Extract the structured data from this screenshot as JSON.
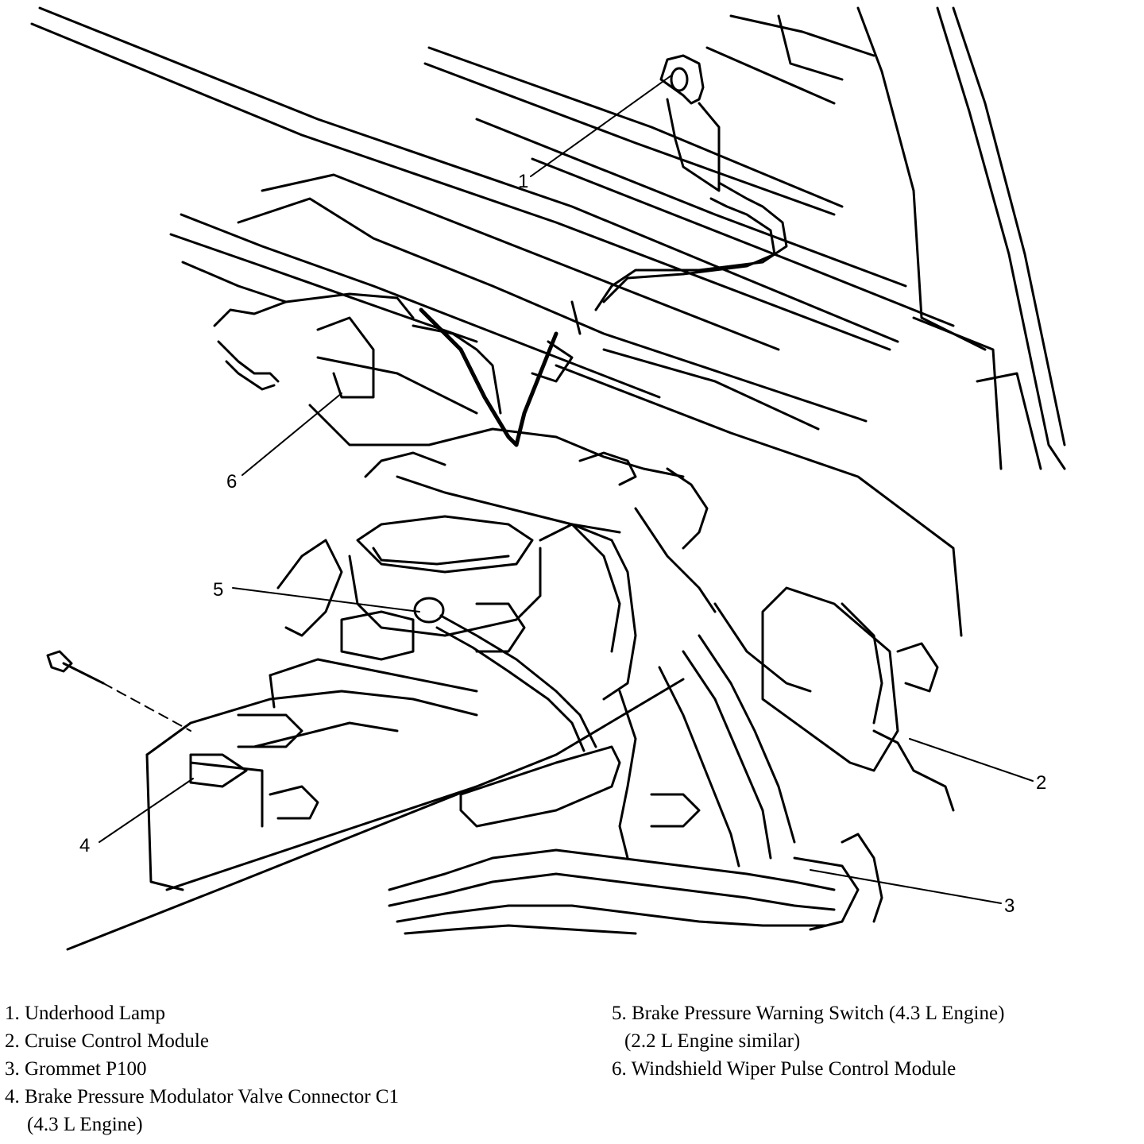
{
  "callouts": [
    "1",
    "2",
    "3",
    "4",
    "5",
    "6"
  ],
  "legend": {
    "left": [
      {
        "num": "1.",
        "text": "Underhood Lamp",
        "sub": ""
      },
      {
        "num": "2.",
        "text": "Cruise Control Module",
        "sub": ""
      },
      {
        "num": "3.",
        "text": "Grommet P100",
        "sub": ""
      },
      {
        "num": "4.",
        "text": "Brake Pressure Modulator Valve Connector C1",
        "sub": "(4.3 L Engine)"
      }
    ],
    "right": [
      {
        "num": "5.",
        "text": "Brake Pressure Warning Switch (4.3 L Engine)",
        "sub": "(2.2 L Engine similar)"
      },
      {
        "num": "6.",
        "text": "Windshield Wiper Pulse Control Module",
        "sub": ""
      }
    ]
  }
}
